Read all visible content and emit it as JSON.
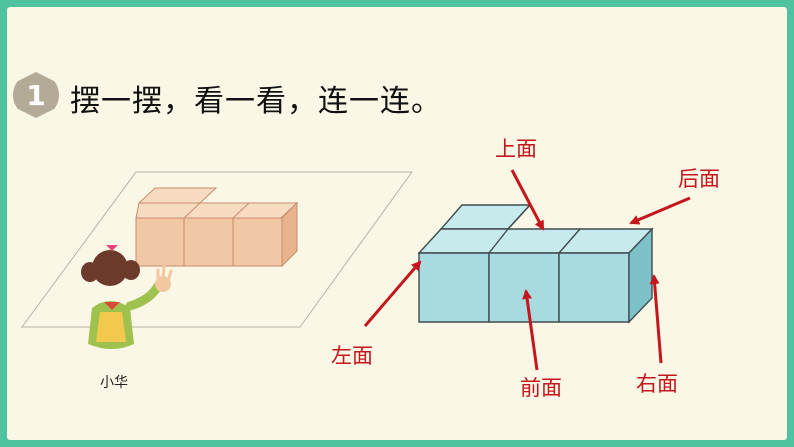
{
  "problem": {
    "number": "1",
    "instruction": "摆一摆，看一看，连一连。"
  },
  "child": {
    "name": "小华"
  },
  "face_labels": {
    "top": "上面",
    "back": "后面",
    "left": "左面",
    "front": "前面",
    "right": "右面"
  },
  "colors": {
    "border": "#4fc2a0",
    "background": "#fbf7e7",
    "label": "#c4161c",
    "cube_front": "#a7dbe0",
    "cube_top": "#c7eaec",
    "cube_side": "#7cc2c8",
    "wood_front": "#f1c8a5",
    "wood_top": "#f7dcc2"
  }
}
